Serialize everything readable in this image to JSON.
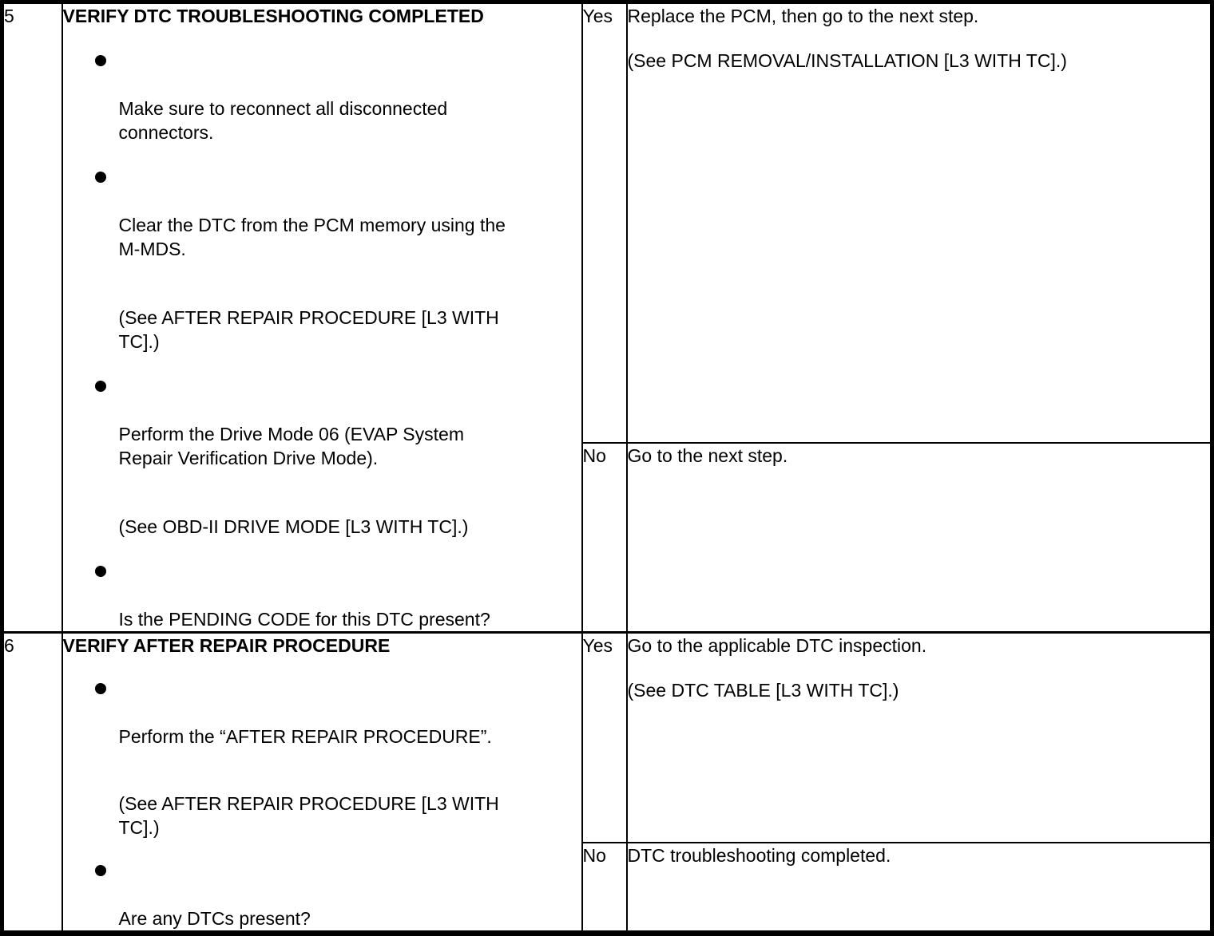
{
  "page": {
    "background": "#ffffff",
    "border_color": "#000000",
    "text_color": "#000000"
  },
  "icons": {
    "bullet-icon": "●"
  },
  "steps": [
    {
      "step": "5",
      "heading": "VERIFY DTC TROUBLESHOOTING COMPLETED",
      "items": [
        {
          "type": "bullet",
          "text": "Make sure to reconnect all disconnected\nconnectors."
        },
        {
          "type": "bullet",
          "text": "Clear the DTC from the PCM memory using the\nM-MDS."
        },
        {
          "type": "note",
          "text": "(See AFTER REPAIR PROCEDURE [L3 WITH\nTC].)"
        },
        {
          "type": "bullet",
          "text": "Perform the Drive Mode 06 (EVAP System\nRepair Verification Drive Mode)."
        },
        {
          "type": "note",
          "text": "(See OBD-II DRIVE MODE [L3 WITH TC].)"
        },
        {
          "type": "bullet",
          "text": "Is the PENDING CODE for this DTC present?"
        }
      ],
      "yes": {
        "label": "Yes",
        "line1": "Replace the PCM, then go to the next step.",
        "line2": "(See PCM REMOVAL/INSTALLATION [L3 WITH TC].)"
      },
      "no": {
        "label": "No",
        "line1": "Go to the next step."
      }
    },
    {
      "step": "6",
      "heading": "VERIFY AFTER REPAIR PROCEDURE",
      "items": [
        {
          "type": "bullet",
          "text": "Perform the “AFTER REPAIR PROCEDURE”."
        },
        {
          "type": "note",
          "text": "(See AFTER REPAIR PROCEDURE [L3 WITH\nTC].)"
        },
        {
          "type": "bullet",
          "text": "Are any DTCs present?"
        }
      ],
      "yes": {
        "label": "Yes",
        "line1": "Go to the applicable DTC inspection.",
        "line2": "(See DTC TABLE [L3 WITH TC].)"
      },
      "no": {
        "label": "No",
        "line1": "DTC troubleshooting completed."
      }
    }
  ]
}
